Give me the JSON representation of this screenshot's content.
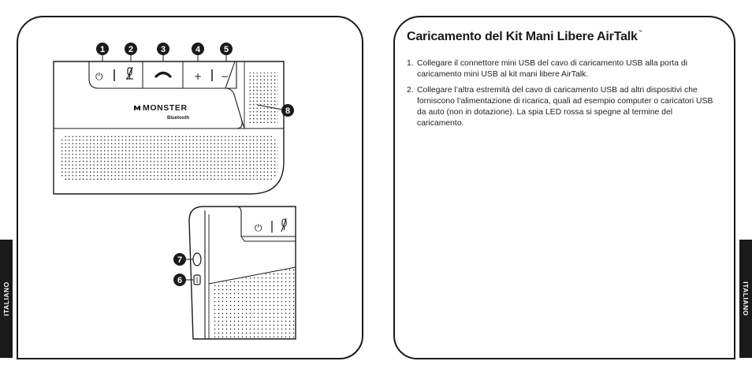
{
  "language_tab": "ITALIANO",
  "title": "Caricamento del Kit Mani Libere AirTalk",
  "title_mark": "™",
  "steps": [
    {
      "num": "1.",
      "text": "Collegare il connettore mini USB del cavo di caricamento USB alla porta di caricamento mini USB al kit mani libere AirTalk."
    },
    {
      "num": "2.",
      "text": "Collegare l’altra estremità del cavo di caricamento USB ad altri dispositivi che forniscono l’alimentazione di ricarica, quali ad esempio computer o caricatori USB da auto (non in dotazione). La spia LED rossa si spegne al termine del caricamento."
    }
  ],
  "device": {
    "brand": "MONSTER",
    "brand_sub": "Bluetooth",
    "callouts": [
      "1",
      "2",
      "3",
      "4",
      "5",
      "6",
      "7",
      "8"
    ],
    "button_glyphs": {
      "power": "⏻",
      "mic": "🎙",
      "plus": "+",
      "minus": "−"
    }
  },
  "colors": {
    "ink": "#1a1a1a",
    "paper": "#ffffff"
  }
}
